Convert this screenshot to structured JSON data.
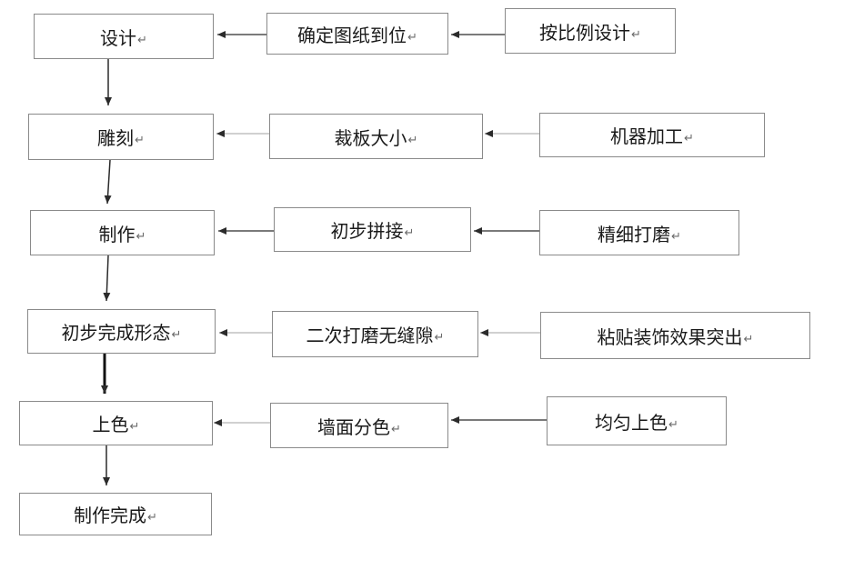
{
  "paragraph_mark": "↵",
  "colors": {
    "box_border": "#8a8a8a",
    "text": "#1a1a1a",
    "arrow_dark": "#2b2b2b",
    "arrow_light": "#b5b5b5"
  },
  "steps": [
    {
      "label": "设计"
    },
    {
      "label": "雕刻"
    },
    {
      "label": "制作"
    },
    {
      "label": "初步完成形态"
    },
    {
      "label": "上色"
    },
    {
      "label": "制作完成"
    }
  ],
  "inputs": [
    {
      "label": "确定图纸到位"
    },
    {
      "label": "裁板大小"
    },
    {
      "label": "初步拼接"
    },
    {
      "label": "二次打磨无缝隙"
    },
    {
      "label": "墙面分色"
    }
  ],
  "sources": [
    {
      "label": "按比例设计"
    },
    {
      "label": "机器加工"
    },
    {
      "label": "精细打磨"
    },
    {
      "label": "粘贴装饰效果突出"
    },
    {
      "label": "均匀上色"
    }
  ]
}
